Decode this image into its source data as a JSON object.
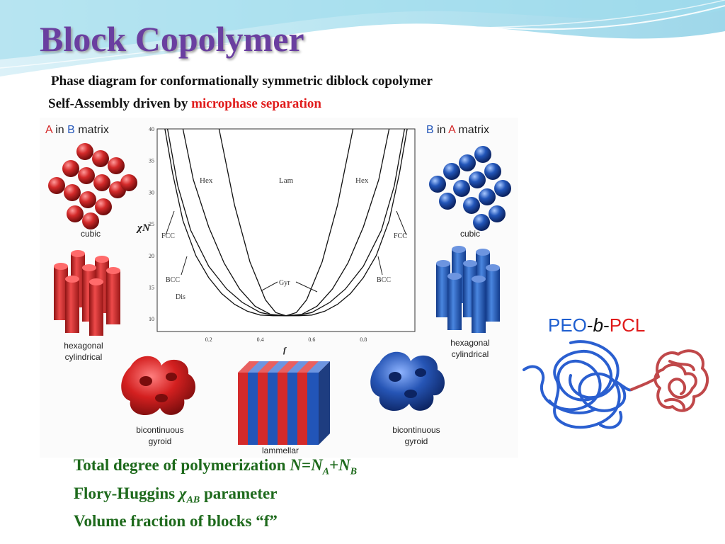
{
  "slide": {
    "title": "Block Copolymer",
    "subtitle_line1": "Phase diagram for conformationally symmetric diblock copolymer",
    "subtitle_line2_prefix": "Self-Assembly driven by ",
    "subtitle_line2_highlight": "microphase separation"
  },
  "figure": {
    "left_header": {
      "a": "A",
      "mid": " in ",
      "b": "B",
      "end": " matrix"
    },
    "right_header": {
      "a": "B",
      "mid": " in ",
      "b": "A",
      "end": " matrix"
    },
    "labels": {
      "cubic_left": "cubic",
      "cubic_right": "cubic",
      "hex_left_1": "hexagonal",
      "hex_left_2": "cylindrical",
      "hex_right_1": "hexagonal",
      "hex_right_2": "cylindrical",
      "gyroid_left_1": "bicontinuous",
      "gyroid_left_2": "gyroid",
      "gyroid_right_1": "bicontinuous",
      "gyroid_right_2": "gyroid",
      "lamellar": "lammellar"
    },
    "phase_diagram": {
      "ylabel": "χN",
      "xlabel": "f",
      "y_ticks": [
        "40",
        "35",
        "30",
        "25",
        "20",
        "15",
        "10"
      ],
      "x_ticks": [
        "0.2",
        "0.4",
        "0.6",
        "0.8"
      ],
      "regions": {
        "hex_left": "Hex",
        "lam": "Lam",
        "hex_right": "Hex",
        "fcc_left": "FCC",
        "fcc_right": "FCC",
        "bcc_left": "BCC",
        "bcc_right": "BCC",
        "gyr": "Gyr",
        "dis": "Dis"
      }
    }
  },
  "chart_data": {
    "type": "line",
    "xlabel": "f",
    "ylabel": "χN",
    "xlim": [
      0.0,
      1.0
    ],
    "ylim": [
      8,
      40
    ],
    "series": [
      {
        "x": [
          0.03,
          0.06,
          0.1,
          0.15,
          0.2,
          0.25,
          0.3,
          0.35,
          0.4,
          0.45,
          0.5,
          0.55,
          0.6,
          0.65,
          0.7,
          0.75,
          0.8,
          0.85,
          0.9,
          0.94,
          0.97
        ],
        "y": [
          40,
          33,
          25.5,
          20,
          16.5,
          14,
          12.3,
          11.2,
          10.6,
          10.5,
          10.5,
          10.5,
          10.6,
          11.2,
          12.3,
          14,
          16.5,
          20,
          25.5,
          33,
          40
        ]
      },
      {
        "x": [
          0.04,
          0.08,
          0.13,
          0.2,
          0.27,
          0.33,
          0.4,
          0.45,
          0.5,
          0.55,
          0.6,
          0.67,
          0.73,
          0.8,
          0.87,
          0.92,
          0.96
        ],
        "y": [
          40,
          31,
          24,
          18.3,
          14.7,
          12.6,
          11,
          10.6,
          10.5,
          10.6,
          11,
          12.6,
          14.7,
          18.3,
          24,
          31,
          40
        ]
      },
      {
        "x": [
          0.1,
          0.14,
          0.2,
          0.26,
          0.32,
          0.38,
          0.44,
          0.5,
          0.56,
          0.62,
          0.68,
          0.74,
          0.8,
          0.86,
          0.9
        ],
        "y": [
          40,
          32,
          24.5,
          18.8,
          14.7,
          12,
          10.7,
          10.5,
          10.7,
          12,
          14.7,
          18.8,
          24.5,
          32,
          40
        ]
      },
      {
        "x": [
          0.24,
          0.3,
          0.36,
          0.42,
          0.46,
          0.5,
          0.54,
          0.58,
          0.64,
          0.7,
          0.76
        ],
        "y": [
          40,
          28,
          19,
          13,
          11,
          10.5,
          11,
          13,
          19,
          28,
          40
        ]
      }
    ]
  },
  "polymer": {
    "peo": "PEO",
    "dash1": "-",
    "b": "b",
    "dash2": "-",
    "pcl": "PCL"
  },
  "bottom_text": {
    "line1_prefix": "Total degree of polymerization ",
    "line1_N": "N",
    "line1_eq": "=",
    "line1_NA": "N",
    "line1_A": "A",
    "line1_plus": "+",
    "line1_NB": "N",
    "line1_B": "B",
    "line2_prefix": "Flory-Huggins ",
    "line2_chi": "χ",
    "line2_AB": "AB",
    "line2_suffix": " parameter",
    "line3": "Volume fraction of blocks “f”"
  },
  "colors": {
    "title": "#6a3fa0",
    "highlight": "#e01b1b",
    "bottom_text": "#1e6a1c",
    "block_red": "#d42a2a",
    "block_blue": "#2255b8",
    "peo_blue": "#1f5fd0",
    "pcl_red": "#c0484a"
  }
}
